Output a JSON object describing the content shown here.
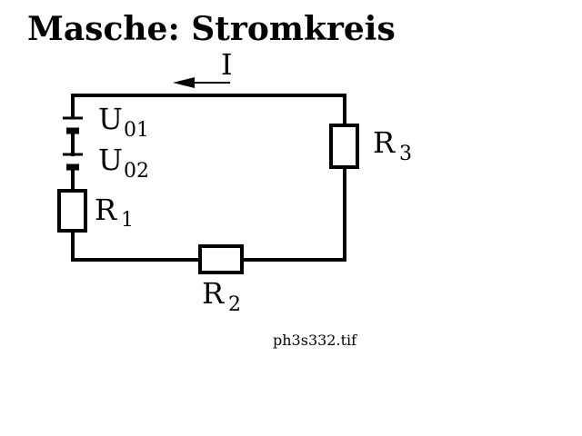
{
  "title": "Masche:  Stromkreis",
  "current": {
    "symbol": "I"
  },
  "sources": [
    {
      "base": "U",
      "sub": "01"
    },
    {
      "base": "U",
      "sub": "02"
    }
  ],
  "resistors": [
    {
      "base": "R",
      "sub": "1"
    },
    {
      "base": "R",
      "sub": "2"
    },
    {
      "base": "R",
      "sub": "3"
    }
  ],
  "filename": "ph3s332.tif",
  "colors": {
    "line": "#000000",
    "background": "#ffffff"
  }
}
